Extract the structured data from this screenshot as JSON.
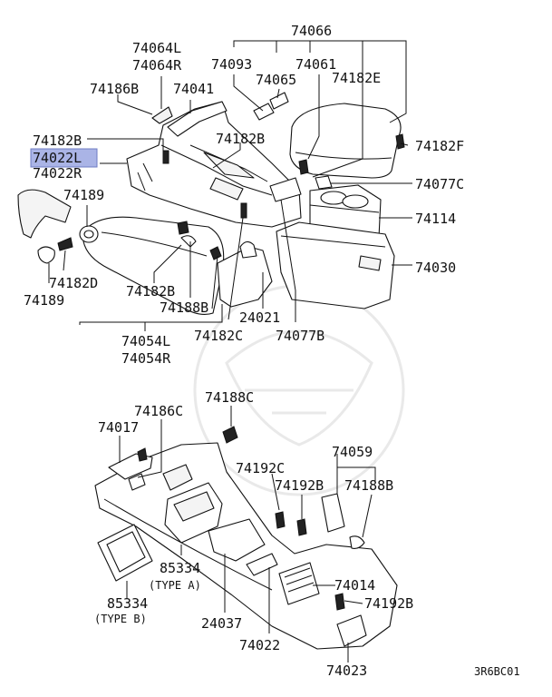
{
  "labels": {
    "p74066": "74066",
    "p74064L": "74064L",
    "p74064R": "74064R",
    "p74093": "74093",
    "p74061": "74061",
    "p74065": "74065",
    "p74186B": "74186B",
    "p74041": "74041",
    "p74182E": "74182E",
    "p74182B_a": "74182B",
    "p74182B_b": "74182B",
    "p74182F": "74182F",
    "p74022L": "74022L",
    "p74022R": "74022R",
    "p74077C": "74077C",
    "p74189_a": "74189",
    "p74114": "74114",
    "p74030": "74030",
    "p74182D": "74182D",
    "p74189_b": "74189",
    "p74182B_c": "74182B",
    "p74188B_a": "74188B",
    "p24021": "24021",
    "p74054L": "74054L",
    "p74054R": "74054R",
    "p74182C": "74182C",
    "p74077B": "74077B",
    "p74188C": "74188C",
    "p74017": "74017",
    "p74186C": "74186C",
    "p74059": "74059",
    "p74192C": "74192C",
    "p74192B_a": "74192B",
    "p74188B_b": "74188B",
    "p85334_a": "85334",
    "typeA": "(TYPE A)",
    "p85334_b": "85334",
    "typeB": "(TYPE B)",
    "p74014": "74014",
    "p74192B_b": "74192B",
    "p24037": "24037",
    "p74022": "74022",
    "p74023": "74023",
    "code": "3R6BC01"
  },
  "highlight_color": "#aab4e6"
}
